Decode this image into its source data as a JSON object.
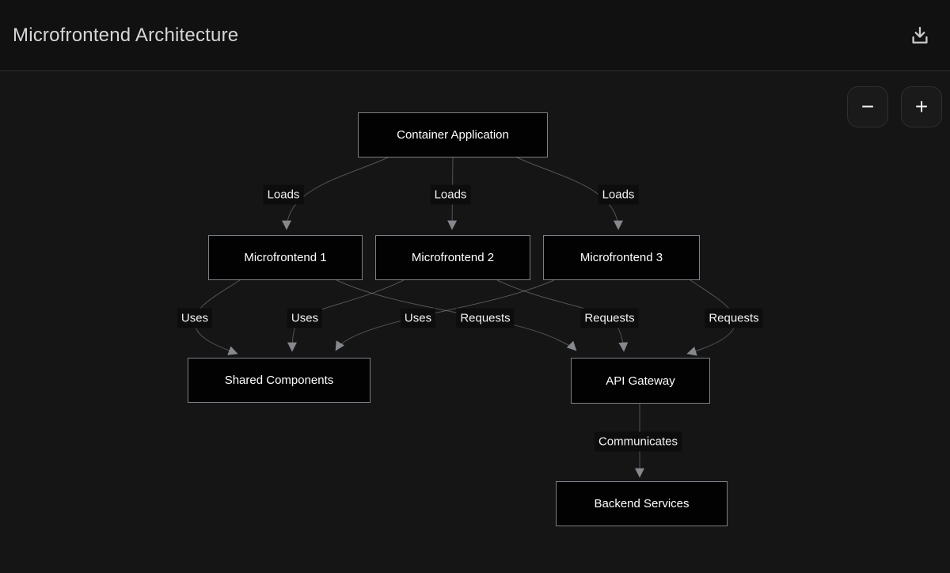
{
  "header": {
    "title": "Microfrontend Architecture"
  },
  "controls": {
    "zoom_out_label": "−",
    "zoom_in_label": "+"
  },
  "colors": {
    "page_background": "#151516",
    "header_background": "#111112",
    "node_fill": "#020202",
    "node_border": "#7b8086",
    "node_text": "#ffffff",
    "edge": "#85888d",
    "edge_label_background": "#0d0d0e",
    "title_text": "#d6d6d8"
  },
  "diagram": {
    "nodes": [
      {
        "id": "container-application",
        "label": "Container Application"
      },
      {
        "id": "microfrontend-1",
        "label": "Microfrontend 1"
      },
      {
        "id": "microfrontend-2",
        "label": "Microfrontend 2"
      },
      {
        "id": "microfrontend-3",
        "label": "Microfrontend 3"
      },
      {
        "id": "shared-components",
        "label": "Shared Components"
      },
      {
        "id": "api-gateway",
        "label": "API Gateway"
      },
      {
        "id": "backend-services",
        "label": "Backend Services"
      }
    ],
    "edges": [
      {
        "from": "container-application",
        "to": "microfrontend-1",
        "label": "Loads"
      },
      {
        "from": "container-application",
        "to": "microfrontend-2",
        "label": "Loads"
      },
      {
        "from": "container-application",
        "to": "microfrontend-3",
        "label": "Loads"
      },
      {
        "from": "microfrontend-1",
        "to": "shared-components",
        "label": "Uses"
      },
      {
        "from": "microfrontend-2",
        "to": "shared-components",
        "label": "Uses"
      },
      {
        "from": "microfrontend-3",
        "to": "shared-components",
        "label": "Uses"
      },
      {
        "from": "microfrontend-1",
        "to": "api-gateway",
        "label": "Requests"
      },
      {
        "from": "microfrontend-2",
        "to": "api-gateway",
        "label": "Requests"
      },
      {
        "from": "microfrontend-3",
        "to": "api-gateway",
        "label": "Requests"
      },
      {
        "from": "api-gateway",
        "to": "backend-services",
        "label": "Communicates"
      }
    ]
  }
}
